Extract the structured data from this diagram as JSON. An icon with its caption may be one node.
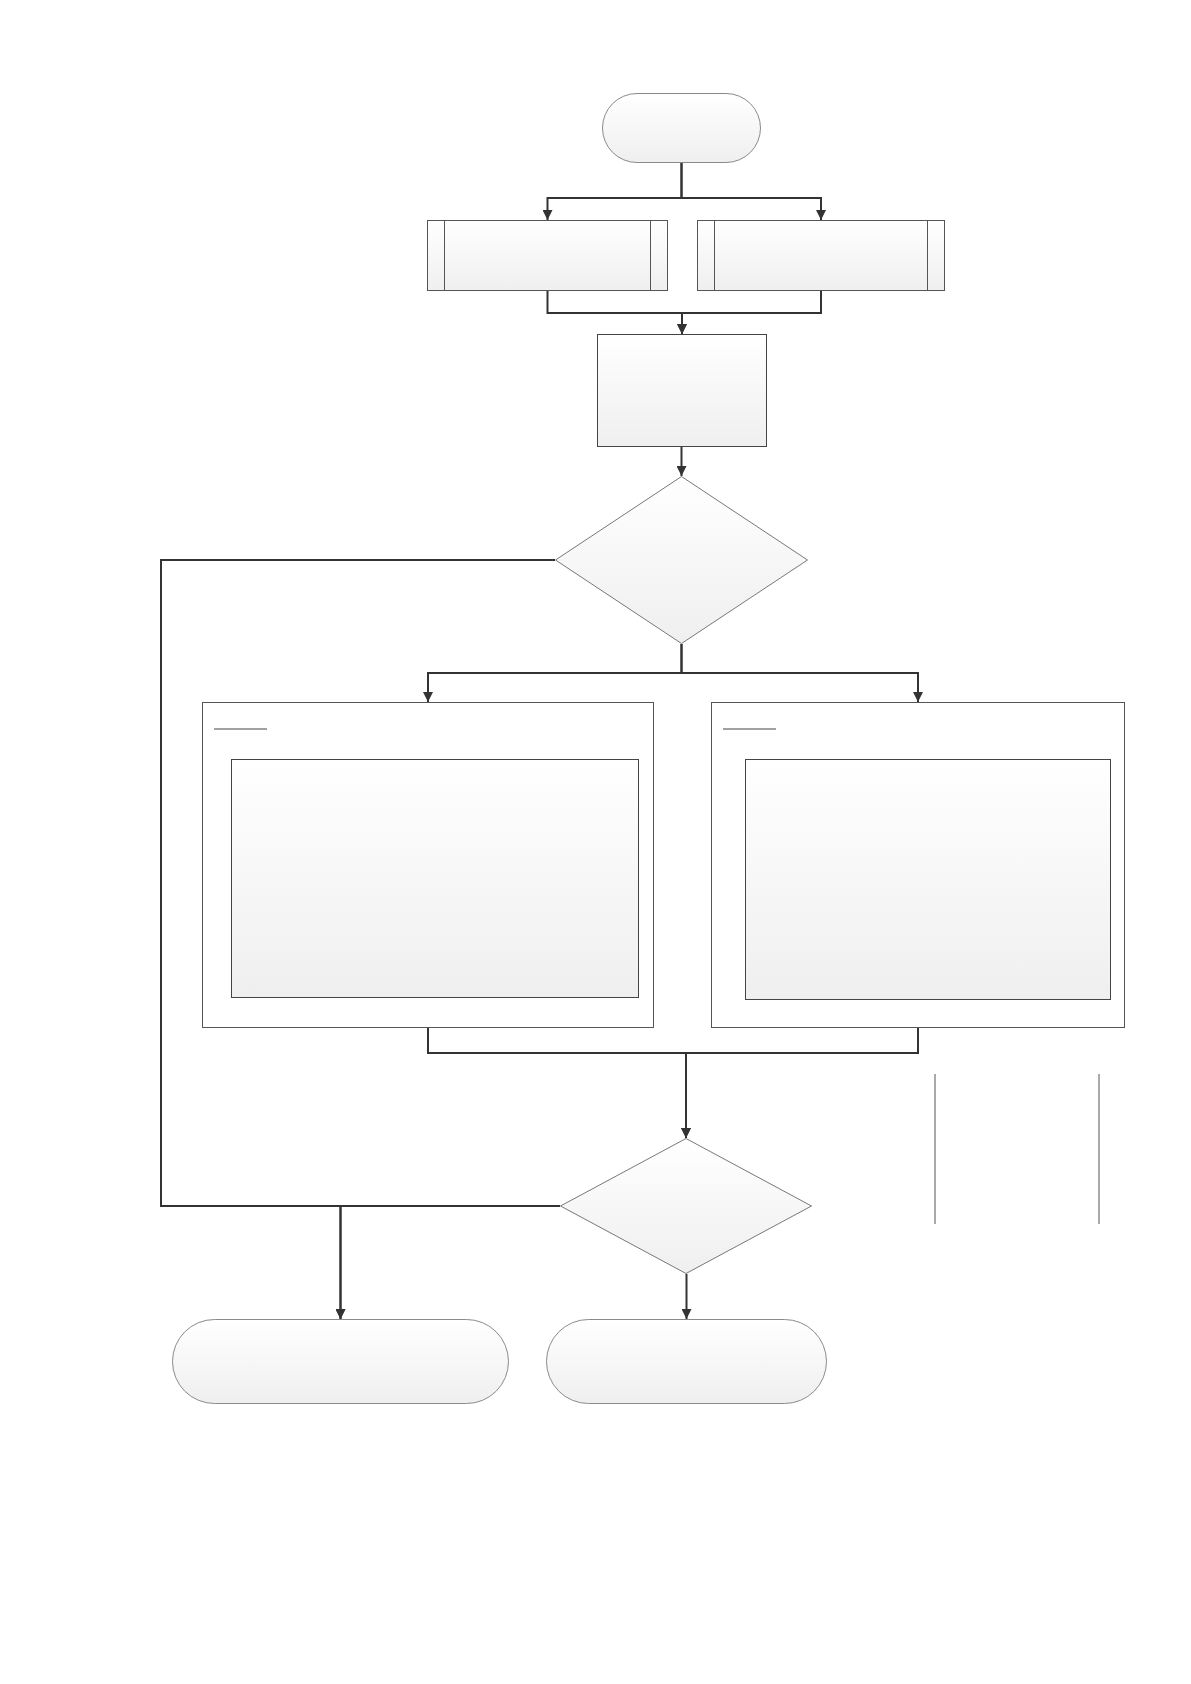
{
  "diagram": {
    "nodes": [
      {
        "text": [],
        "shape": "oval"
      },
      {
        "text": [],
        "shape": "subprocess"
      },
      {
        "text": [],
        "shape": "subprocess"
      },
      {
        "text": [],
        "shape": "box"
      },
      {
        "text": [],
        "shape": "diamond"
      },
      {
        "text": [],
        "shape": "frame"
      },
      {
        "text": [],
        "shape": "box",
        "in": 5
      },
      {
        "text": [],
        "shape": "frame"
      },
      {
        "text": [],
        "shape": "box",
        "in": 7
      },
      {
        "text": [],
        "shape": "diamond"
      },
      {
        "text": [],
        "shape": "oval"
      },
      {
        "text": [],
        "shape": "oval"
      }
    ],
    "edges": [
      {
        "from": 0,
        "to": 1,
        "arrow": "to"
      },
      {
        "from": 0,
        "to": 2,
        "arrow": "to"
      },
      {
        "from": 1,
        "to": 3,
        "arrow": "to"
      },
      {
        "from": 2,
        "to": 3,
        "arrow": "to"
      },
      {
        "from": 3,
        "to": 4,
        "arrow": "to"
      },
      {
        "from": 4,
        "to": 5,
        "arrow": "to"
      },
      {
        "from": 4,
        "to": 7,
        "arrow": "to"
      },
      {
        "from": 4,
        "to": 10,
        "arrow": "to"
      },
      {
        "from": 5,
        "to": 9,
        "arrow": "to"
      },
      {
        "from": 7,
        "to": 9,
        "arrow": "to"
      },
      {
        "from": 9,
        "to": 10,
        "arrow": "to"
      },
      {
        "from": 9,
        "to": 11,
        "arrow": "to"
      }
    ]
  }
}
